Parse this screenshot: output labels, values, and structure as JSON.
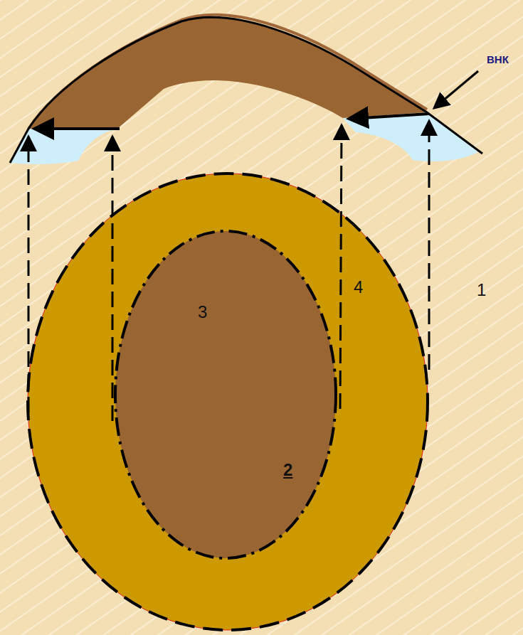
{
  "diagram": {
    "nodes": [
      {
        "text": [
          "4"
        ]
      },
      {
        "text": [
          "3",
          "2"
        ],
        "in": 0
      }
    ],
    "labels": [
      "ВНК",
      "1"
    ]
  }
}
